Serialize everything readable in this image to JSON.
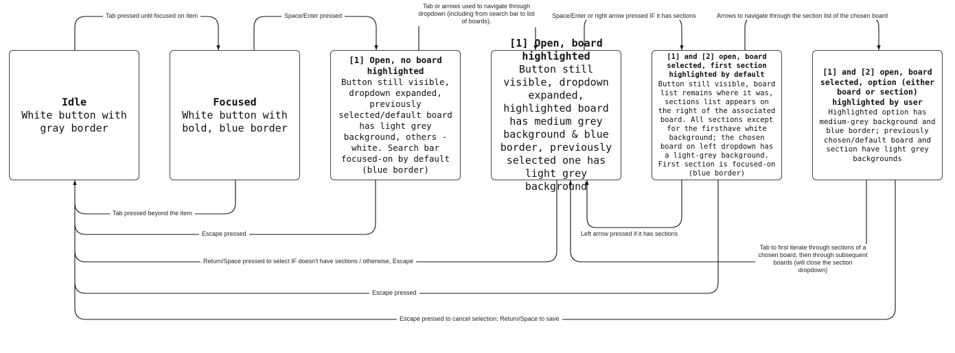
{
  "nodes": [
    {
      "id": "idle",
      "title": "Idle",
      "body": "White button with gray border"
    },
    {
      "id": "focused",
      "title": "Focused",
      "body": "White button with bold, blue border"
    },
    {
      "id": "open-no-board",
      "title": "[1] Open, no board highlighted",
      "body": "Button still visible, dropdown expanded, previously selected/default board has light grey background, others - white. Search bar focused-on by default (blue border)"
    },
    {
      "id": "open-board",
      "title": "[1] Open, board highlighted",
      "body": "Button still visible, dropdown expanded, highlighted board has medium grey background & blue border, previously selected one has light grey background"
    },
    {
      "id": "open-sections",
      "title": "[1] and [2] open, board selected, first section highlighted by default",
      "body": "Button still visible, board list remains where it was, sections list appears on the right of the associated board. All sections except for the firsthave white background; the chosen board on left dropdown has a light-grey background. First section is focused-on (blue border)"
    },
    {
      "id": "open-option",
      "title": "[1] and [2] open, board selected, option (either board or section) highlighted by user",
      "body": "Highlighted option has medium-grey background and blue border; previously chosen/default board and section have light grey backgrounds"
    }
  ],
  "edges": [
    {
      "from": "idle",
      "to": "focused",
      "label": "Tab pressed until focused on item"
    },
    {
      "from": "focused",
      "to": "open-no-board",
      "label": "Space/Enter pressed"
    },
    {
      "from": "open-no-board",
      "to": "open-board",
      "label": "Tab or arrows used to navigate through dropdown (including from search bar to list of boards)."
    },
    {
      "from": "open-board",
      "to": "open-sections",
      "label": "Space/Enter or right arrow pressed IF it has sections"
    },
    {
      "from": "open-sections",
      "to": "open-option",
      "label": "Arrows to navigate through the section list of the chosen board"
    },
    {
      "from": "focused",
      "to": "idle",
      "label": "Tab pressed beyond the item"
    },
    {
      "from": "open-no-board",
      "to": "idle",
      "label": "Escape pressed"
    },
    {
      "from": "open-sections",
      "to": "open-board",
      "label": "Left arrow pressed if it has sections"
    },
    {
      "from": "open-board",
      "to": "idle",
      "label": "Return/Space pressed to select IF doesn't have sections / otherwise, Escape"
    },
    {
      "from": "open-option",
      "to": "open-board",
      "label": "Tab to first iterate through sections of a chosen board, then through subsequent boards (will close the section dropdown)"
    },
    {
      "from": "open-sections",
      "to": "idle",
      "label": "Escape pressed"
    },
    {
      "from": "open-option",
      "to": "idle",
      "label": "Escape pressed to cancel selection; Return/Space to save"
    }
  ]
}
